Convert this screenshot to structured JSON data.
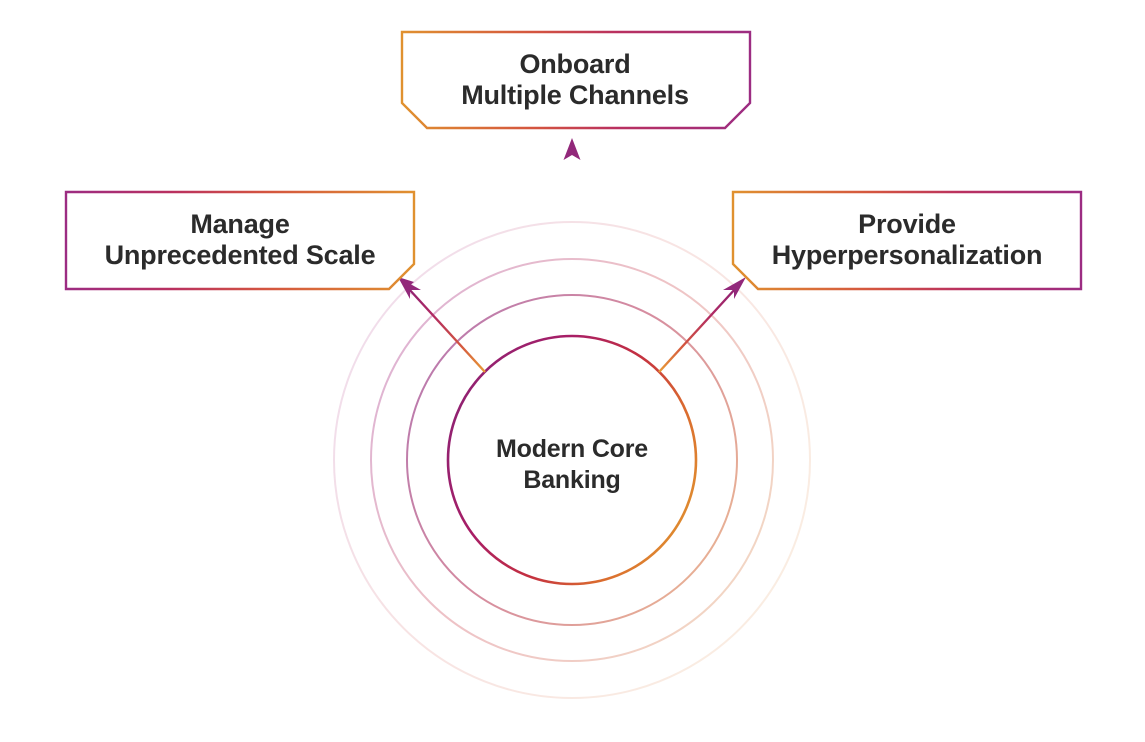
{
  "page": {
    "background": "#ffffff",
    "text_color": "#2b2b2b"
  },
  "palette": {
    "purple": "#8e2273",
    "purple_mid": "#9c3a8e",
    "orange": "#e0912f",
    "crimson": "#bf1f50",
    "ring_2": "#c07fb4",
    "ring_3": "#e2b5d2",
    "ring_4": "#f2dfe9",
    "arrowhead": "#92287a"
  },
  "center": {
    "name": "core-node",
    "line1": "Modern Core",
    "line2": "Banking",
    "rings": 4
  },
  "boxes": [
    {
      "id": "top",
      "name": "onboard-multiple-channels",
      "line1": "Onboard",
      "line2": "Multiple Channels",
      "gradient_from": "#e0912f",
      "gradient_to": "#9c2c82",
      "notch": "both-bottom"
    },
    {
      "id": "left",
      "name": "manage-unprecedented-scale",
      "line1": "Manage",
      "line2": "Unprecedented Scale",
      "gradient_from": "#9c2c82",
      "gradient_to": "#e0912f",
      "notch": "bottom-right"
    },
    {
      "id": "right",
      "name": "provide-hyperpersonalization",
      "line1": "Provide",
      "line2": "Hyperpersonalization",
      "gradient_from": "#e0912f",
      "gradient_to": "#9c2c82",
      "notch": "bottom-left"
    }
  ],
  "connectors": [
    {
      "name": "connector-to-top",
      "from": "core-node",
      "to": "onboard-multiple-channels"
    },
    {
      "name": "connector-to-left",
      "from": "core-node",
      "to": "manage-unprecedented-scale"
    },
    {
      "name": "connector-to-right",
      "from": "core-node",
      "to": "provide-hyperpersonalization"
    }
  ]
}
